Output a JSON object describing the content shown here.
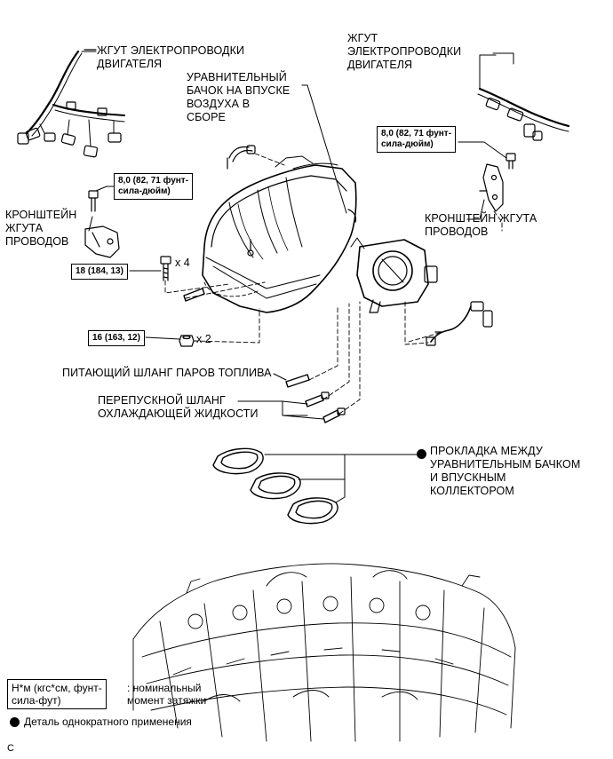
{
  "labels": {
    "harness_left_1": "ЖГУТ ЭЛЕКТРОПРОВОДКИ",
    "harness_left_2": "ДВИГАТЕЛЯ",
    "harness_right_1": "ЖГУТ",
    "harness_right_2": "ЭЛЕКТРОПРОВОДКИ",
    "harness_right_3": "ДВИГАТЕЛЯ",
    "surge_tank_1": "УРАВНИТЕЛЬНЫЙ",
    "surge_tank_2": "БАЧОК НА ВПУСКЕ",
    "surge_tank_3": "ВОЗДУХА В",
    "surge_tank_4": "СБОРЕ",
    "bracket_left_1": "КРОНШТЕЙН",
    "bracket_left_2": "ЖГУТА",
    "bracket_left_3": "ПРОВОДОВ",
    "bracket_right_1": "КРОНШТЕЙН ЖГУТА",
    "bracket_right_2": "ПРОВОДОВ",
    "fuel_vapor_hose": "ПИТАЮЩИЙ ШЛАНГ ПАРОВ ТОПЛИВА",
    "bypass_hose_1": "ПЕРЕПУСКНОЙ ШЛАНГ",
    "bypass_hose_2": "ОХЛАЖДАЮЩЕЙ ЖИДКОСТИ",
    "gasket_1": "ПРОКЛАДКА МЕЖДУ",
    "gasket_2": "УРАВНИТЕЛЬНЫМ БАЧКОМ",
    "gasket_3": "И ВПУСКНЫМ",
    "gasket_4": "КОЛЛЕКТОРОМ"
  },
  "torques": {
    "right_bolt_1": "8,0 (82, 71 фунт-",
    "right_bolt_2": "сила-дюйм)",
    "left_bolt_1": "8,0 (82, 71 фунт-",
    "left_bolt_2": "сила-дюйм)",
    "bolts": "18 (184, 13)",
    "nuts": "16 (163, 12)"
  },
  "multipliers": {
    "bolts": "x 4",
    "nuts": "x 2"
  },
  "legend": {
    "torque_unit_1": "Н*м (кгс*см, фунт-",
    "torque_unit_2": "сила-фут)",
    "torque_desc_1": ": номинальный",
    "torque_desc_2": "момент затяжки",
    "single_use": "Деталь однократного применения"
  },
  "corner_code": "C",
  "colors": {
    "ink": "#000000",
    "paper": "#ffffff"
  }
}
